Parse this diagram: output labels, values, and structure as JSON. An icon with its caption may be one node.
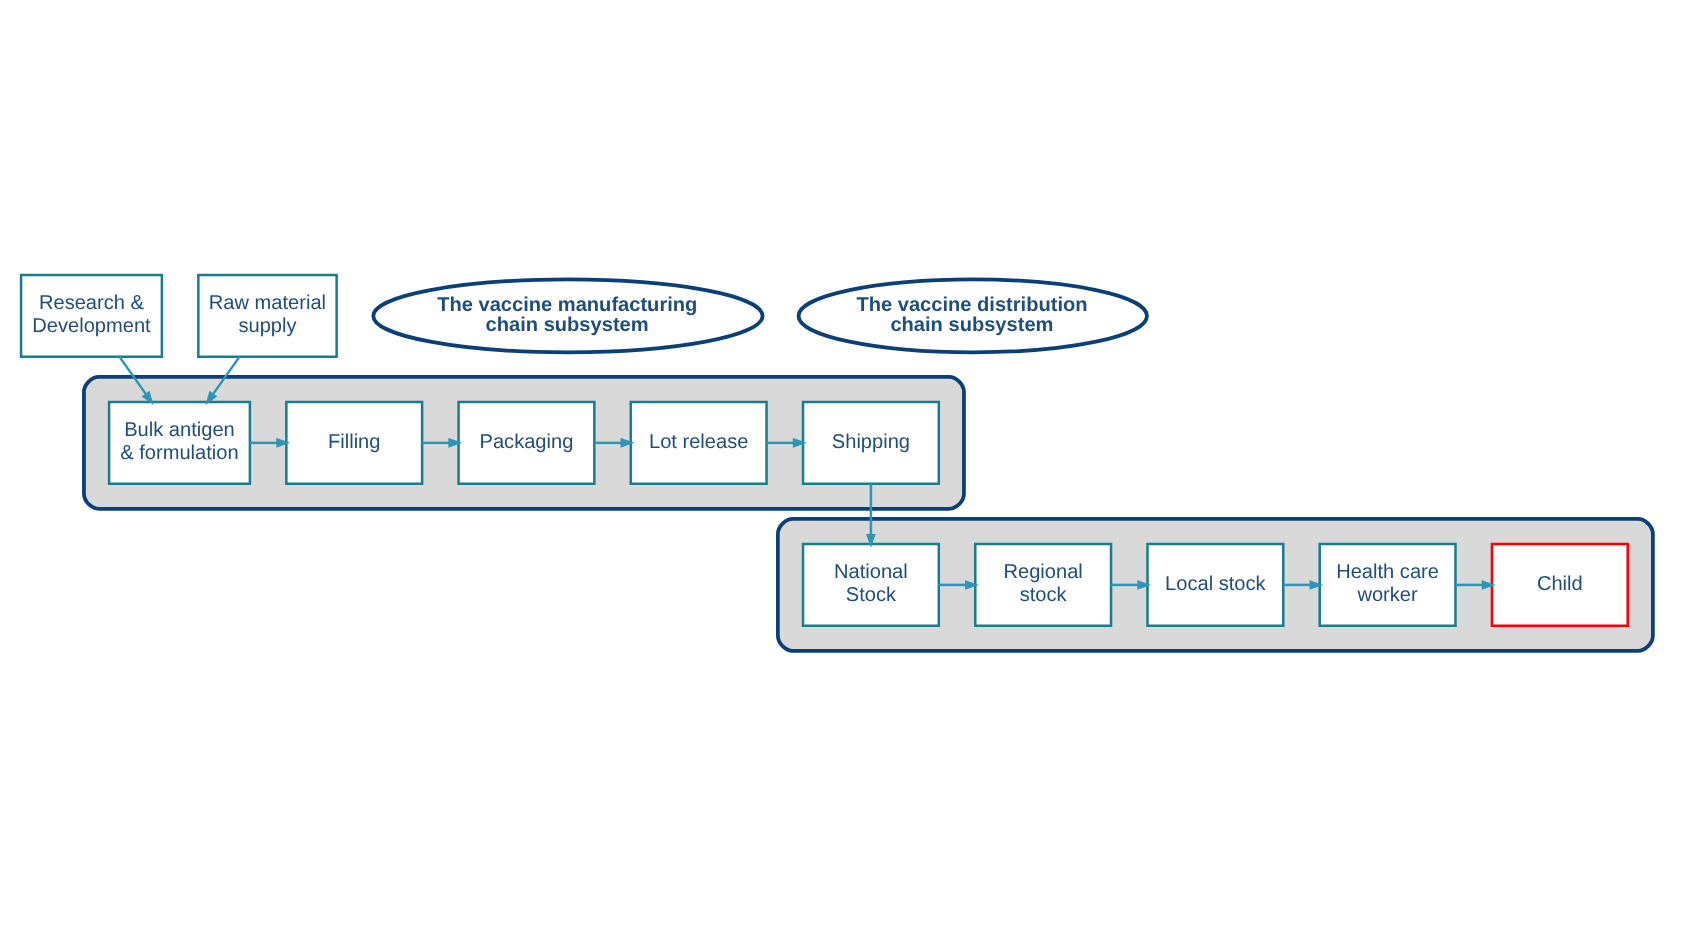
{
  "diagram": {
    "nodes": [
      {
        "text": [
          "Research & Development"
        ]
      },
      {
        "text": [
          "Raw material supply"
        ]
      },
      {
        "text": [],
        "shape": "box"
      },
      {
        "text": [
          "The vaccine manufacturing chain subsystem"
        ]
      },
      {
        "text": [
          "Bulk antigen & formulation"
        ],
        "in": 2
      },
      {
        "text": [
          "Filling"
        ],
        "in": 2
      },
      {
        "text": [
          "Packaging"
        ],
        "in": 2
      },
      {
        "text": [
          "Lot release"
        ],
        "in": 2
      },
      {
        "text": [
          "Shipping"
        ],
        "in": 2
      },
      {
        "text": [],
        "shape": "box"
      },
      {
        "text": [
          "National Stock"
        ],
        "in": 9
      },
      {
        "text": [
          "Regional stock"
        ],
        "in": 9
      },
      {
        "text": [
          "Local stock"
        ],
        "in": 9
      },
      {
        "text": [
          "Health care worker"
        ],
        "in": 9
      },
      {
        "text": [
          "Child"
        ],
        "in": 9
      },
      {
        "text": [
          "The vaccine distribution chain subsystem"
        ]
      }
    ],
    "edges": [
      {
        "from": 0,
        "to": 4,
        "arrow": "to"
      },
      {
        "from": 1,
        "to": 4,
        "arrow": "to"
      },
      {
        "from": 4,
        "to": 5,
        "arrow": "to"
      },
      {
        "from": 5,
        "to": 6,
        "arrow": "to"
      },
      {
        "from": 6,
        "to": 7,
        "arrow": "to"
      },
      {
        "from": 7,
        "to": 8,
        "arrow": "to"
      },
      {
        "from": 8,
        "to": 10,
        "arrow": "to"
      },
      {
        "from": 10,
        "to": 11,
        "arrow": "to"
      },
      {
        "from": 11,
        "to": 12,
        "arrow": "to"
      },
      {
        "from": 12,
        "to": 13,
        "arrow": "to"
      },
      {
        "from": 13,
        "to": 14,
        "arrow": "to"
      }
    ]
  }
}
